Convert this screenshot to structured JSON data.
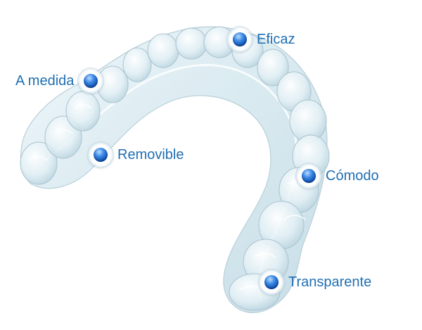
{
  "callouts": {
    "eficaz": "Eficaz",
    "a_medida": "A medida",
    "removible": "Removible",
    "comodo": "Cómodo",
    "transparente": "Transparente"
  },
  "colors": {
    "label_text": "#1f6fb4",
    "marker_blue": "#0a4fb3",
    "aligner_tint": "#dfeef4"
  }
}
